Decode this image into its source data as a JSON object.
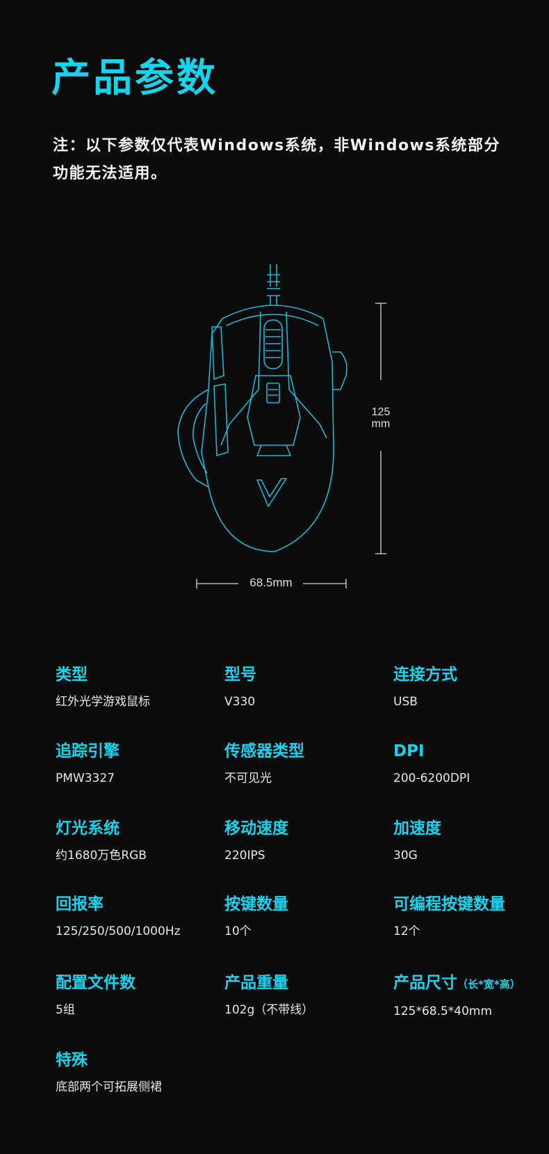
{
  "title": "产品参数",
  "note": "注：以下参数仅代表Windows系统，非Windows系统部分功能无法适用。",
  "dimensions": {
    "height_top": "125",
    "height_unit": "mm",
    "width": "68.5mm"
  },
  "colors": {
    "accent": "#18d3ee",
    "background": "#0b0b0c",
    "text": "#e8e8e8"
  },
  "specs": [
    {
      "label": "类型",
      "value": "红外光学游戏鼠标"
    },
    {
      "label": "型号",
      "value": "V330"
    },
    {
      "label": "连接方式",
      "value": "USB"
    },
    {
      "label": "追踪引擎",
      "value": "PMW3327"
    },
    {
      "label": "传感器类型",
      "value": "不可见光"
    },
    {
      "label": "DPI",
      "value": "200-6200DPI"
    },
    {
      "label": "灯光系统",
      "value": "约1680万色RGB"
    },
    {
      "label": "移动速度",
      "value": "220IPS"
    },
    {
      "label": "加速度",
      "value": "30G"
    },
    {
      "label": "回报率",
      "value": "125/250/500/1000Hz"
    },
    {
      "label": "按键数量",
      "value": "10个"
    },
    {
      "label": "可编程按键数量",
      "value": "12个"
    },
    {
      "label": "配置文件数",
      "value": "5组"
    },
    {
      "label": "产品重量",
      "value": "102g（不带线）"
    },
    {
      "label": "产品尺寸",
      "label_sub": "（长*宽*高）",
      "value": "125*68.5*40mm"
    },
    {
      "label": "特殊",
      "value": "底部两个可拓展侧裙"
    }
  ]
}
